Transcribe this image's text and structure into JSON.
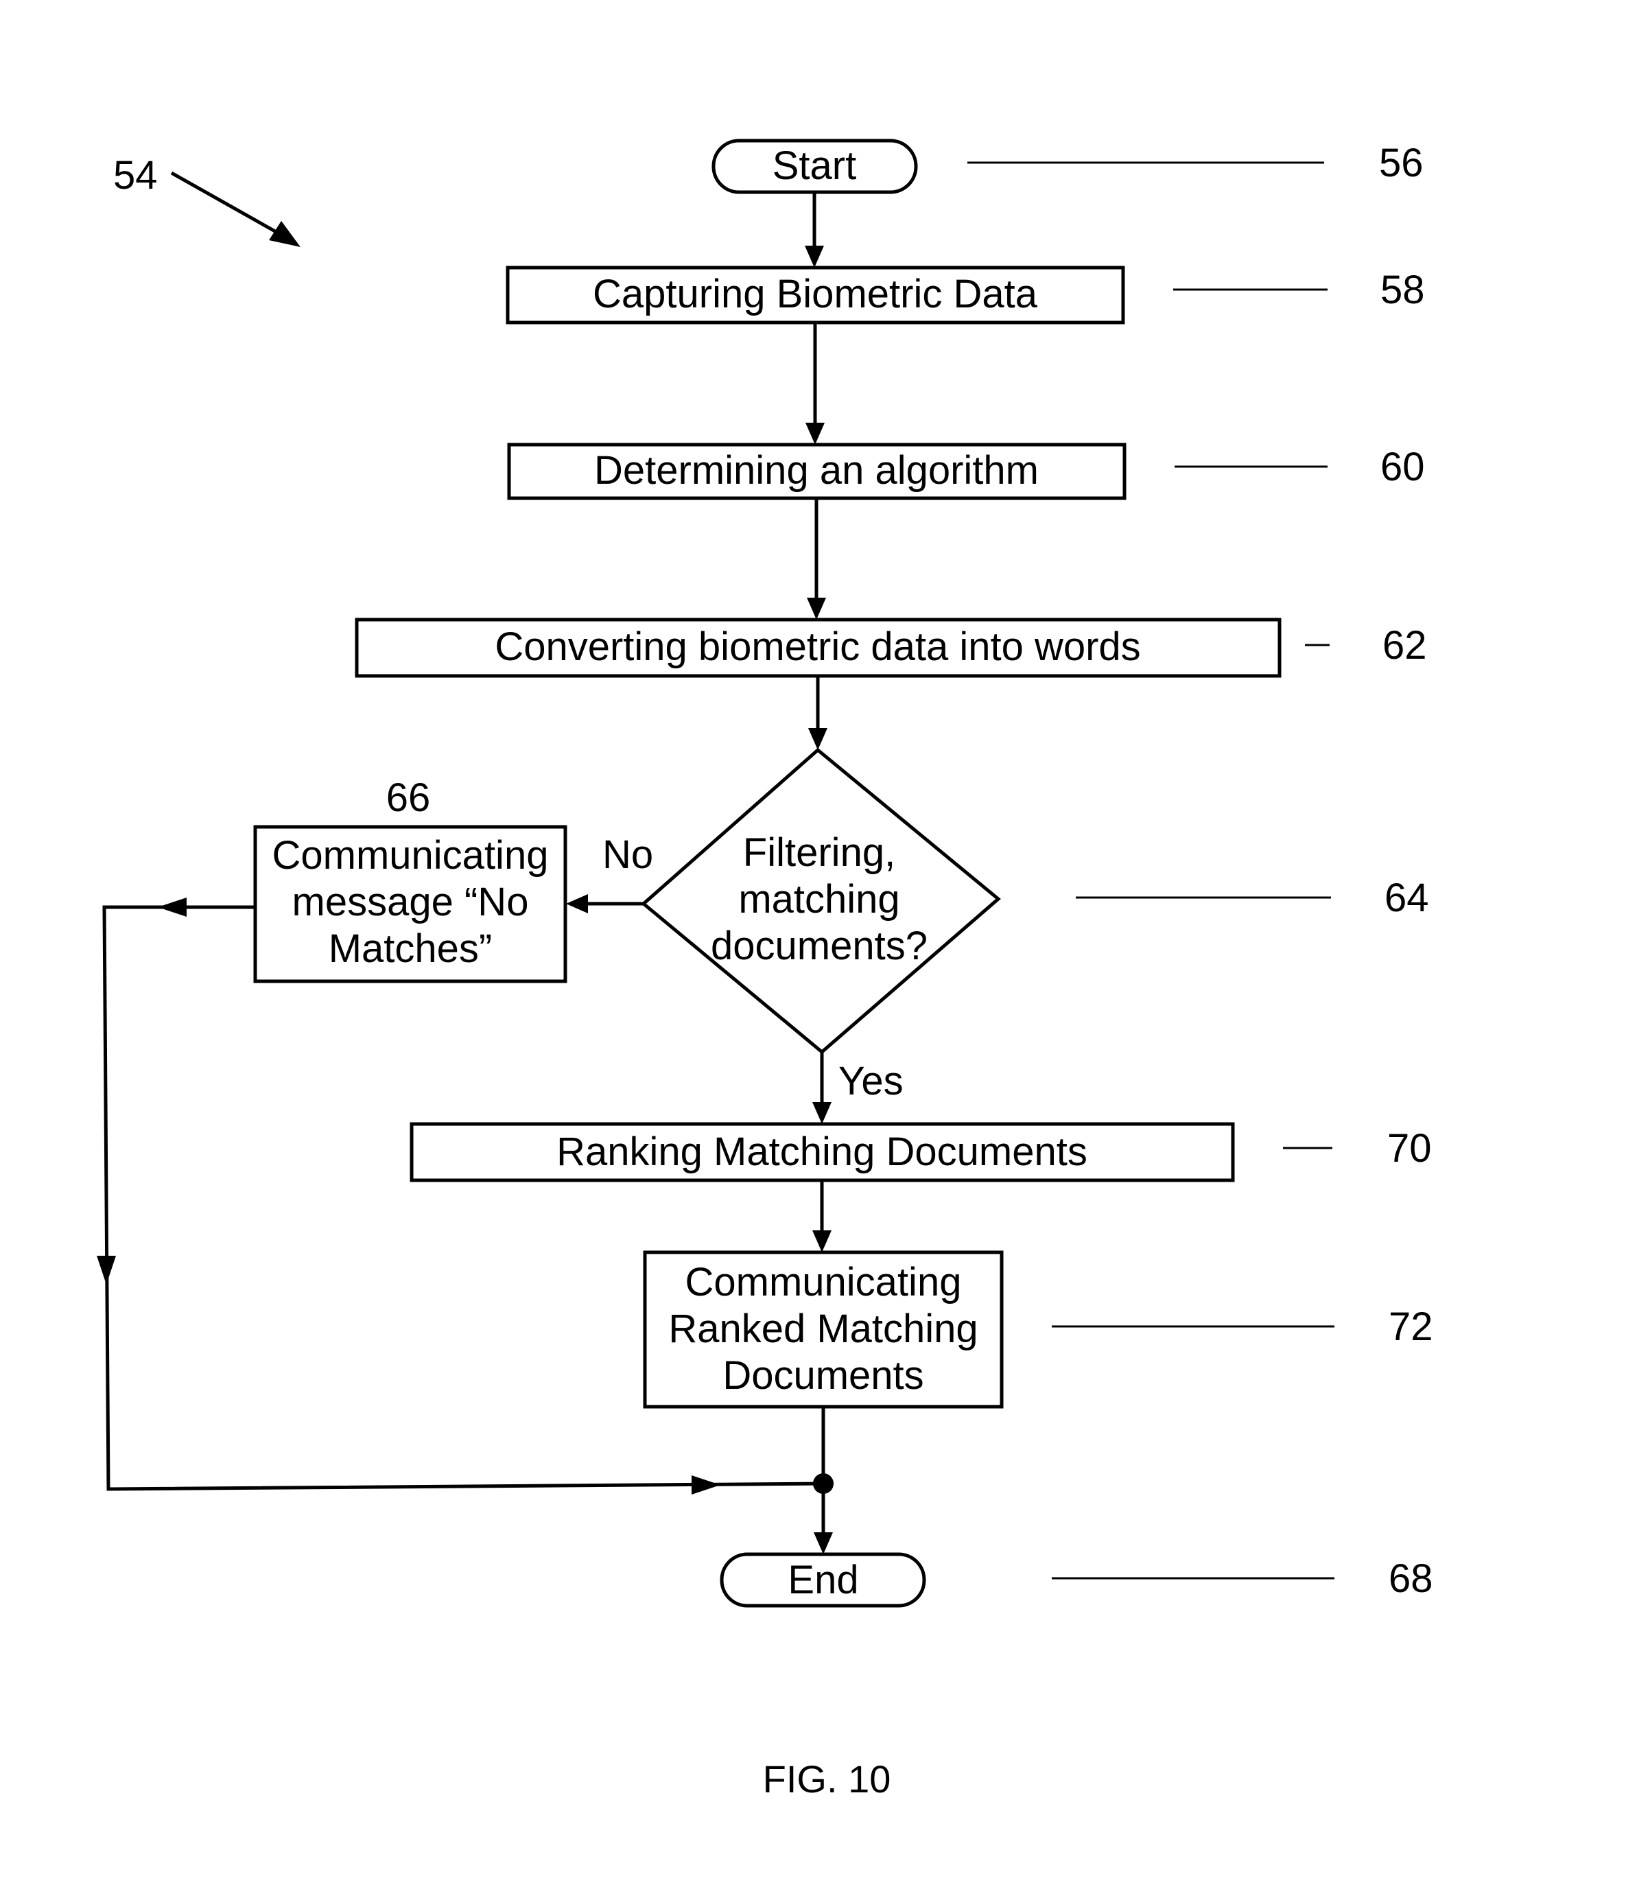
{
  "figure_label": "FIG. 10",
  "overall_ref": "54",
  "nodes": {
    "start": {
      "text": "Start",
      "ref": "56"
    },
    "capture": {
      "text": "Capturing Biometric Data",
      "ref": "58"
    },
    "algorithm": {
      "text": "Determining an algorithm",
      "ref": "60"
    },
    "convert": {
      "text": "Converting biometric data into words",
      "ref": "62"
    },
    "decision": {
      "lines": [
        "Filtering,",
        "matching",
        "documents?"
      ],
      "ref": "64"
    },
    "no_match": {
      "lines": [
        "Communicating",
        "message “No",
        "Matches”"
      ],
      "ref": "66"
    },
    "rank": {
      "text": "Ranking Matching Documents",
      "ref": "70"
    },
    "communicate": {
      "lines": [
        "Communicating",
        "Ranked Matching",
        "Documents"
      ],
      "ref": "72"
    },
    "end": {
      "text": "End",
      "ref": "68"
    }
  },
  "edges": {
    "no_label": "No",
    "yes_label": "Yes"
  }
}
